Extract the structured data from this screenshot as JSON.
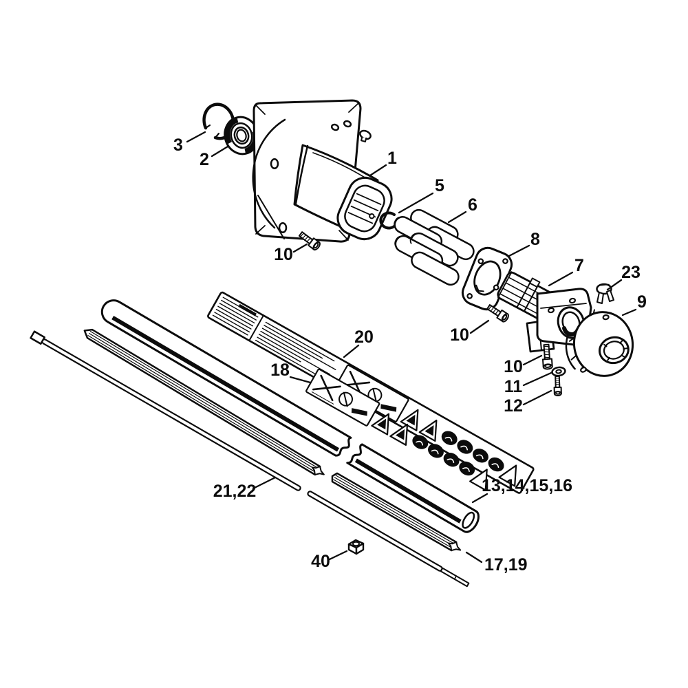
{
  "diagram": {
    "type": "exploded-parts-diagram",
    "background": "#ffffff",
    "ink": "#0c0c0c"
  },
  "callouts": {
    "c1": {
      "label": "1"
    },
    "c2": {
      "label": "2"
    },
    "c3": {
      "label": "3"
    },
    "c5": {
      "label": "5"
    },
    "c6": {
      "label": "6"
    },
    "c7": {
      "label": "7"
    },
    "c8": {
      "label": "8"
    },
    "c9": {
      "label": "9"
    },
    "c10a": {
      "label": "10"
    },
    "c10b": {
      "label": "10"
    },
    "c10c": {
      "label": "10"
    },
    "c11": {
      "label": "11"
    },
    "c12": {
      "label": "12"
    },
    "c13_16": {
      "label": "13,14,15,16"
    },
    "c17_19": {
      "label": "17,19"
    },
    "c18": {
      "label": "18"
    },
    "c20": {
      "label": "20"
    },
    "c21_22": {
      "label": "21,22"
    },
    "c23": {
      "label": "23"
    },
    "c40": {
      "label": "40"
    }
  },
  "safety_sticker": {
    "pictograms": [
      "crossed-tools-pictogram",
      "prohibition-circle-pictogram",
      "warning-triangle-pictogram",
      "instruction-ellipse-pictogram",
      "blank-triangle-pictogram"
    ]
  }
}
